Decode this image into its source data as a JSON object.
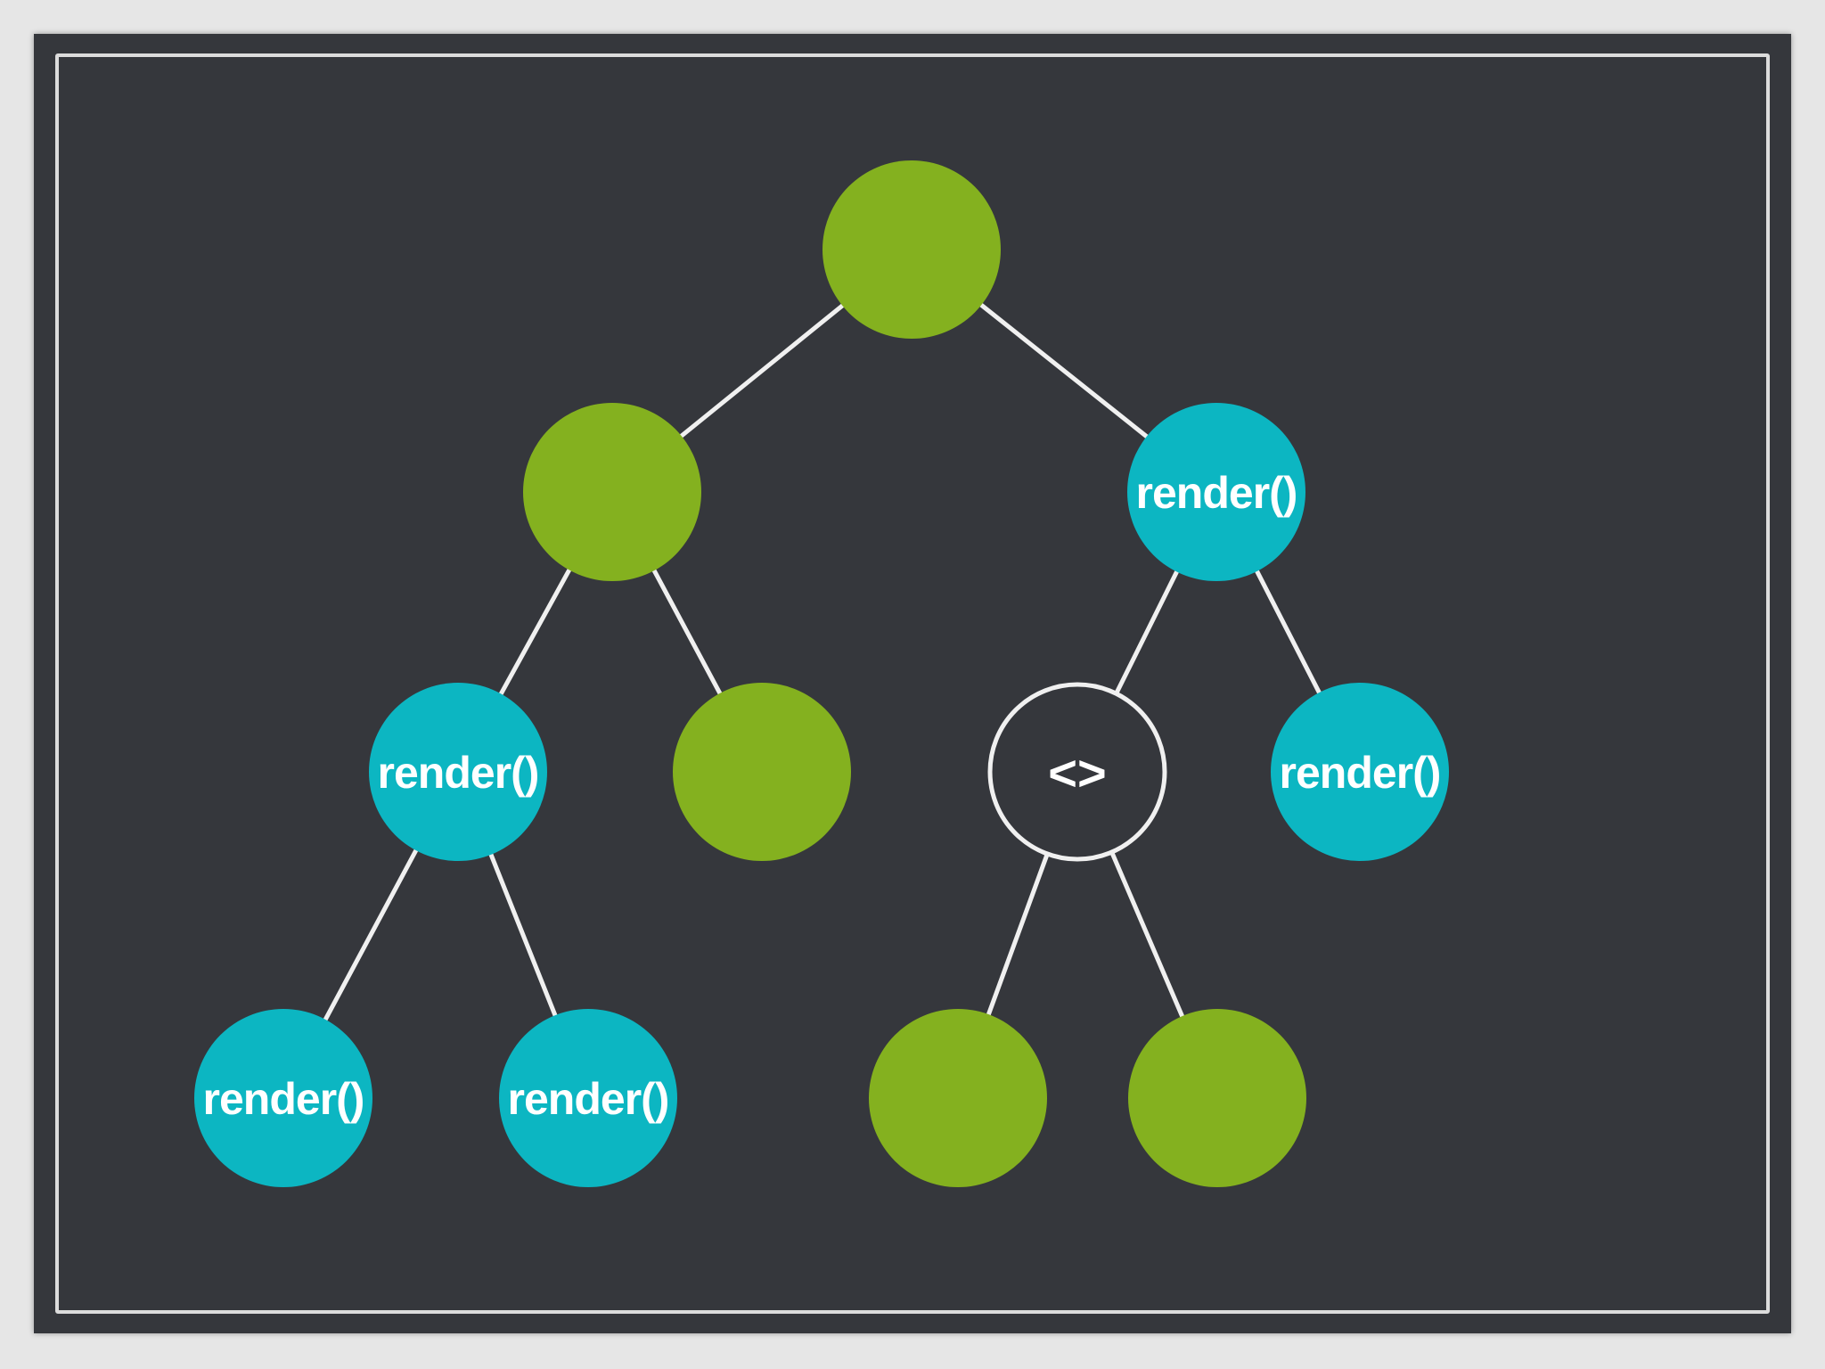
{
  "colors": {
    "background": "#e6e6e6",
    "board": "#35373c",
    "frame": "#eaeaea",
    "green_node": "#84b11f",
    "cyan_node": "#0cb6c2",
    "fragment_node_fill": "#35373c",
    "fragment_node_stroke": "#f0f0f0",
    "edge": "#f0f0f0",
    "label": "#ffffff"
  },
  "tree": {
    "nodes": [
      {
        "id": "root",
        "kind": "green",
        "label": ""
      },
      {
        "id": "left",
        "kind": "green",
        "label": ""
      },
      {
        "id": "right",
        "kind": "cyan",
        "label": "render()"
      },
      {
        "id": "left-left",
        "kind": "cyan",
        "label": "render()"
      },
      {
        "id": "left-right",
        "kind": "green",
        "label": ""
      },
      {
        "id": "right-left",
        "kind": "fragment",
        "label": "<>"
      },
      {
        "id": "right-right",
        "kind": "cyan",
        "label": "render()"
      },
      {
        "id": "left-left-left",
        "kind": "cyan",
        "label": "render()"
      },
      {
        "id": "left-left-right",
        "kind": "cyan",
        "label": "render()"
      },
      {
        "id": "right-left-left",
        "kind": "green",
        "label": ""
      },
      {
        "id": "right-left-right",
        "kind": "green",
        "label": ""
      }
    ],
    "edges": [
      {
        "from": "root",
        "to": "left"
      },
      {
        "from": "root",
        "to": "right"
      },
      {
        "from": "left",
        "to": "left-left"
      },
      {
        "from": "left",
        "to": "left-right"
      },
      {
        "from": "right",
        "to": "right-left"
      },
      {
        "from": "right",
        "to": "right-right"
      },
      {
        "from": "left-left",
        "to": "left-left-left"
      },
      {
        "from": "left-left",
        "to": "left-left-right"
      },
      {
        "from": "right-left",
        "to": "right-left-left"
      },
      {
        "from": "right-left",
        "to": "right-left-right"
      }
    ]
  }
}
